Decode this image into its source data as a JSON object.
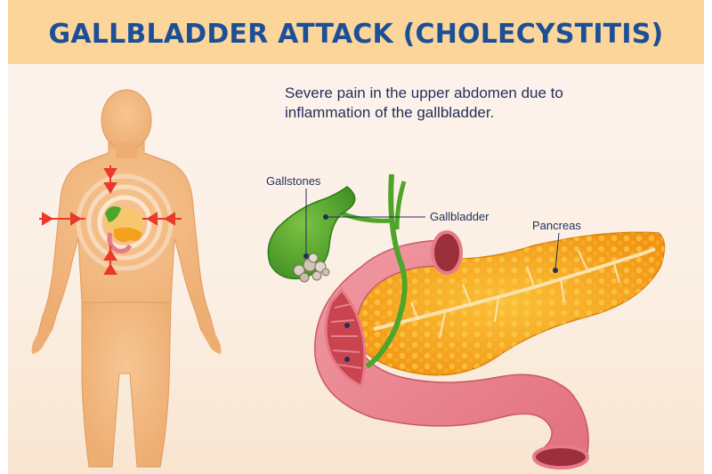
{
  "header": {
    "title": "GALLBLADDER ATTACK (CHOLECYSTITIS)"
  },
  "description": {
    "line1": "Severe pain in the upper abdomen due to",
    "line2": "inflammation of the gallbladder."
  },
  "labels": {
    "gallstones": "Gallstones",
    "gallbladder": "Gallbladder",
    "pancreas": "Pancreas"
  },
  "colors": {
    "title": "#1d4f96",
    "header_band": "#fbd59a",
    "body_skin": "#f2b77f",
    "pain_arrow": "#e8392a",
    "gallbladder": "#4ea52a",
    "pancreas": "#f4a21c",
    "duodenum": "#e77b87"
  }
}
